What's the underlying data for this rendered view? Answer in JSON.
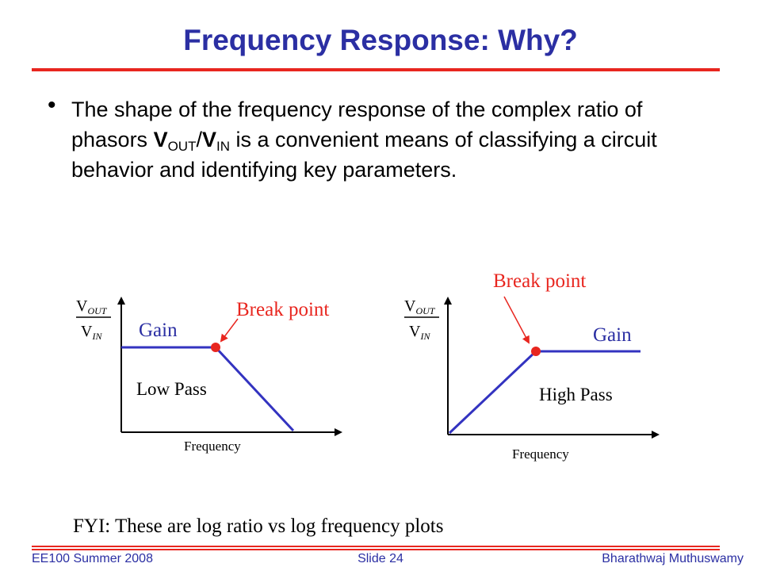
{
  "title": "Frequency Response: Why?",
  "bullet": {
    "t1": "The shape of the frequency response of the complex ratio of phasors ",
    "v1": "V",
    "s1": "OUT",
    "slash": "/",
    "v2": "V",
    "s2": "IN",
    "t2": " is a convenient means of classifying a circuit behavior and identifying key parameters."
  },
  "left_plot": {
    "ylabel_top_main": "V",
    "ylabel_top_sub": "OUT",
    "ylabel_bot_main": "V",
    "ylabel_bot_sub": "IN",
    "gain": "Gain",
    "break": "Break point",
    "name": "Low Pass",
    "xlabel": "Frequency"
  },
  "right_plot": {
    "ylabel_top_main": "V",
    "ylabel_top_sub": "OUT",
    "ylabel_bot_main": "V",
    "ylabel_bot_sub": "IN",
    "gain": "Gain",
    "break": "Break point",
    "name": "High Pass",
    "xlabel": "Frequency"
  },
  "fyi": "FYI: These are log ratio vs log frequency plots",
  "footer": {
    "left": "EE100 Summer 2008",
    "center": "Slide 24",
    "right": "Bharathwaj Muthuswamy"
  },
  "colors": {
    "title": "#2b2fa3",
    "rule": "#e8261f",
    "curve": "#3333c0",
    "label": "#2b2fa3",
    "break_label": "#e8261f",
    "dot": "#e8261f"
  }
}
